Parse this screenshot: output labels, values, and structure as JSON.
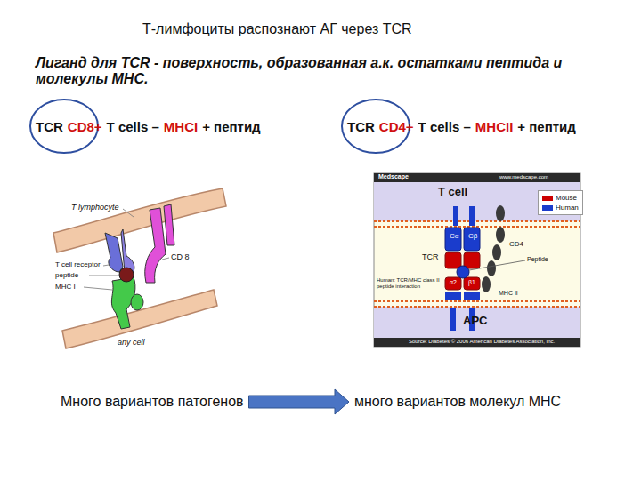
{
  "diagram": {
    "title": "Т-лимфоциты распознают АГ через TCR",
    "nodes": [
      {
        "text": [
          "Много вариантов патогенов"
        ]
      },
      {
        "text": [
          "много вариантов молекул МНС"
        ]
      }
    ],
    "edges": [
      {
        "from": 0,
        "to": 1,
        "arrow": "to"
      }
    ],
    "labels": [
      "Лиганд для TCR - поверхность, образованная а.к. остатками пептида и молекулы MHC.",
      "TCR",
      "CD8+",
      "T cells –",
      "MHCI",
      "+ пептид",
      "TCR",
      "CD4+",
      "T cells –",
      "MHCII",
      "+ пептид",
      "T lymphocyte",
      "CD 8",
      "T cell receptor",
      "peptide",
      "MHC I",
      "any cell",
      "Medscape",
      "www.medscape.com",
      "T cell",
      "TCR",
      "CD4",
      "Peptide",
      "Cα",
      "Cβ",
      "Human: TCR/MHC class II peptide interaction",
      "α2",
      "β1",
      "MHC II",
      "APC",
      "Source: Diabetes © 2006 American Diabetes Association, Inc."
    ],
    "legend": [
      {
        "text": "Mouse",
        "color": "#cc0000"
      },
      {
        "text": "Human",
        "color": "#1a3ccc"
      }
    ]
  }
}
